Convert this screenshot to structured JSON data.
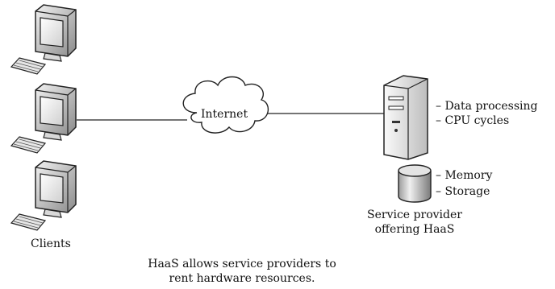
{
  "clients_label": "Clients",
  "internet_label": "Internet",
  "server_features": [
    "– Data processing",
    "– CPU cycles"
  ],
  "storage_features": [
    "– Memory",
    "– Storage"
  ],
  "provider_label": [
    "Service provider",
    "offering HaaS"
  ],
  "caption": [
    "HaaS allows service providers to",
    "rent hardware resources."
  ]
}
